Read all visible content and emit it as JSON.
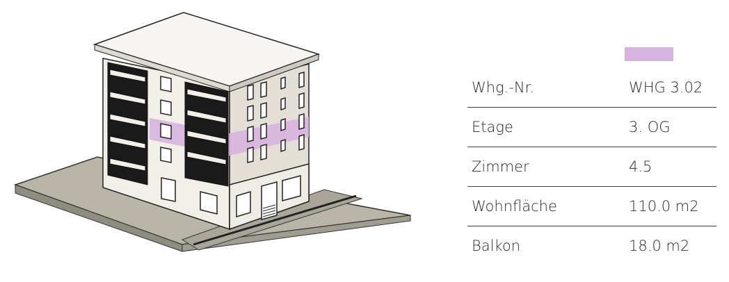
{
  "highlight_color": "#d7b3df",
  "table": [
    {
      "label": "Whg.-Nr.",
      "value": "WHG 3.02"
    },
    {
      "label": "Etage",
      "value": "3. OG"
    },
    {
      "label": "Zimmer",
      "value": "4.5"
    },
    {
      "label": "Wohnfläche",
      "value": "110.0 m2"
    },
    {
      "label": "Balkon",
      "value": "18.0 m2"
    }
  ]
}
